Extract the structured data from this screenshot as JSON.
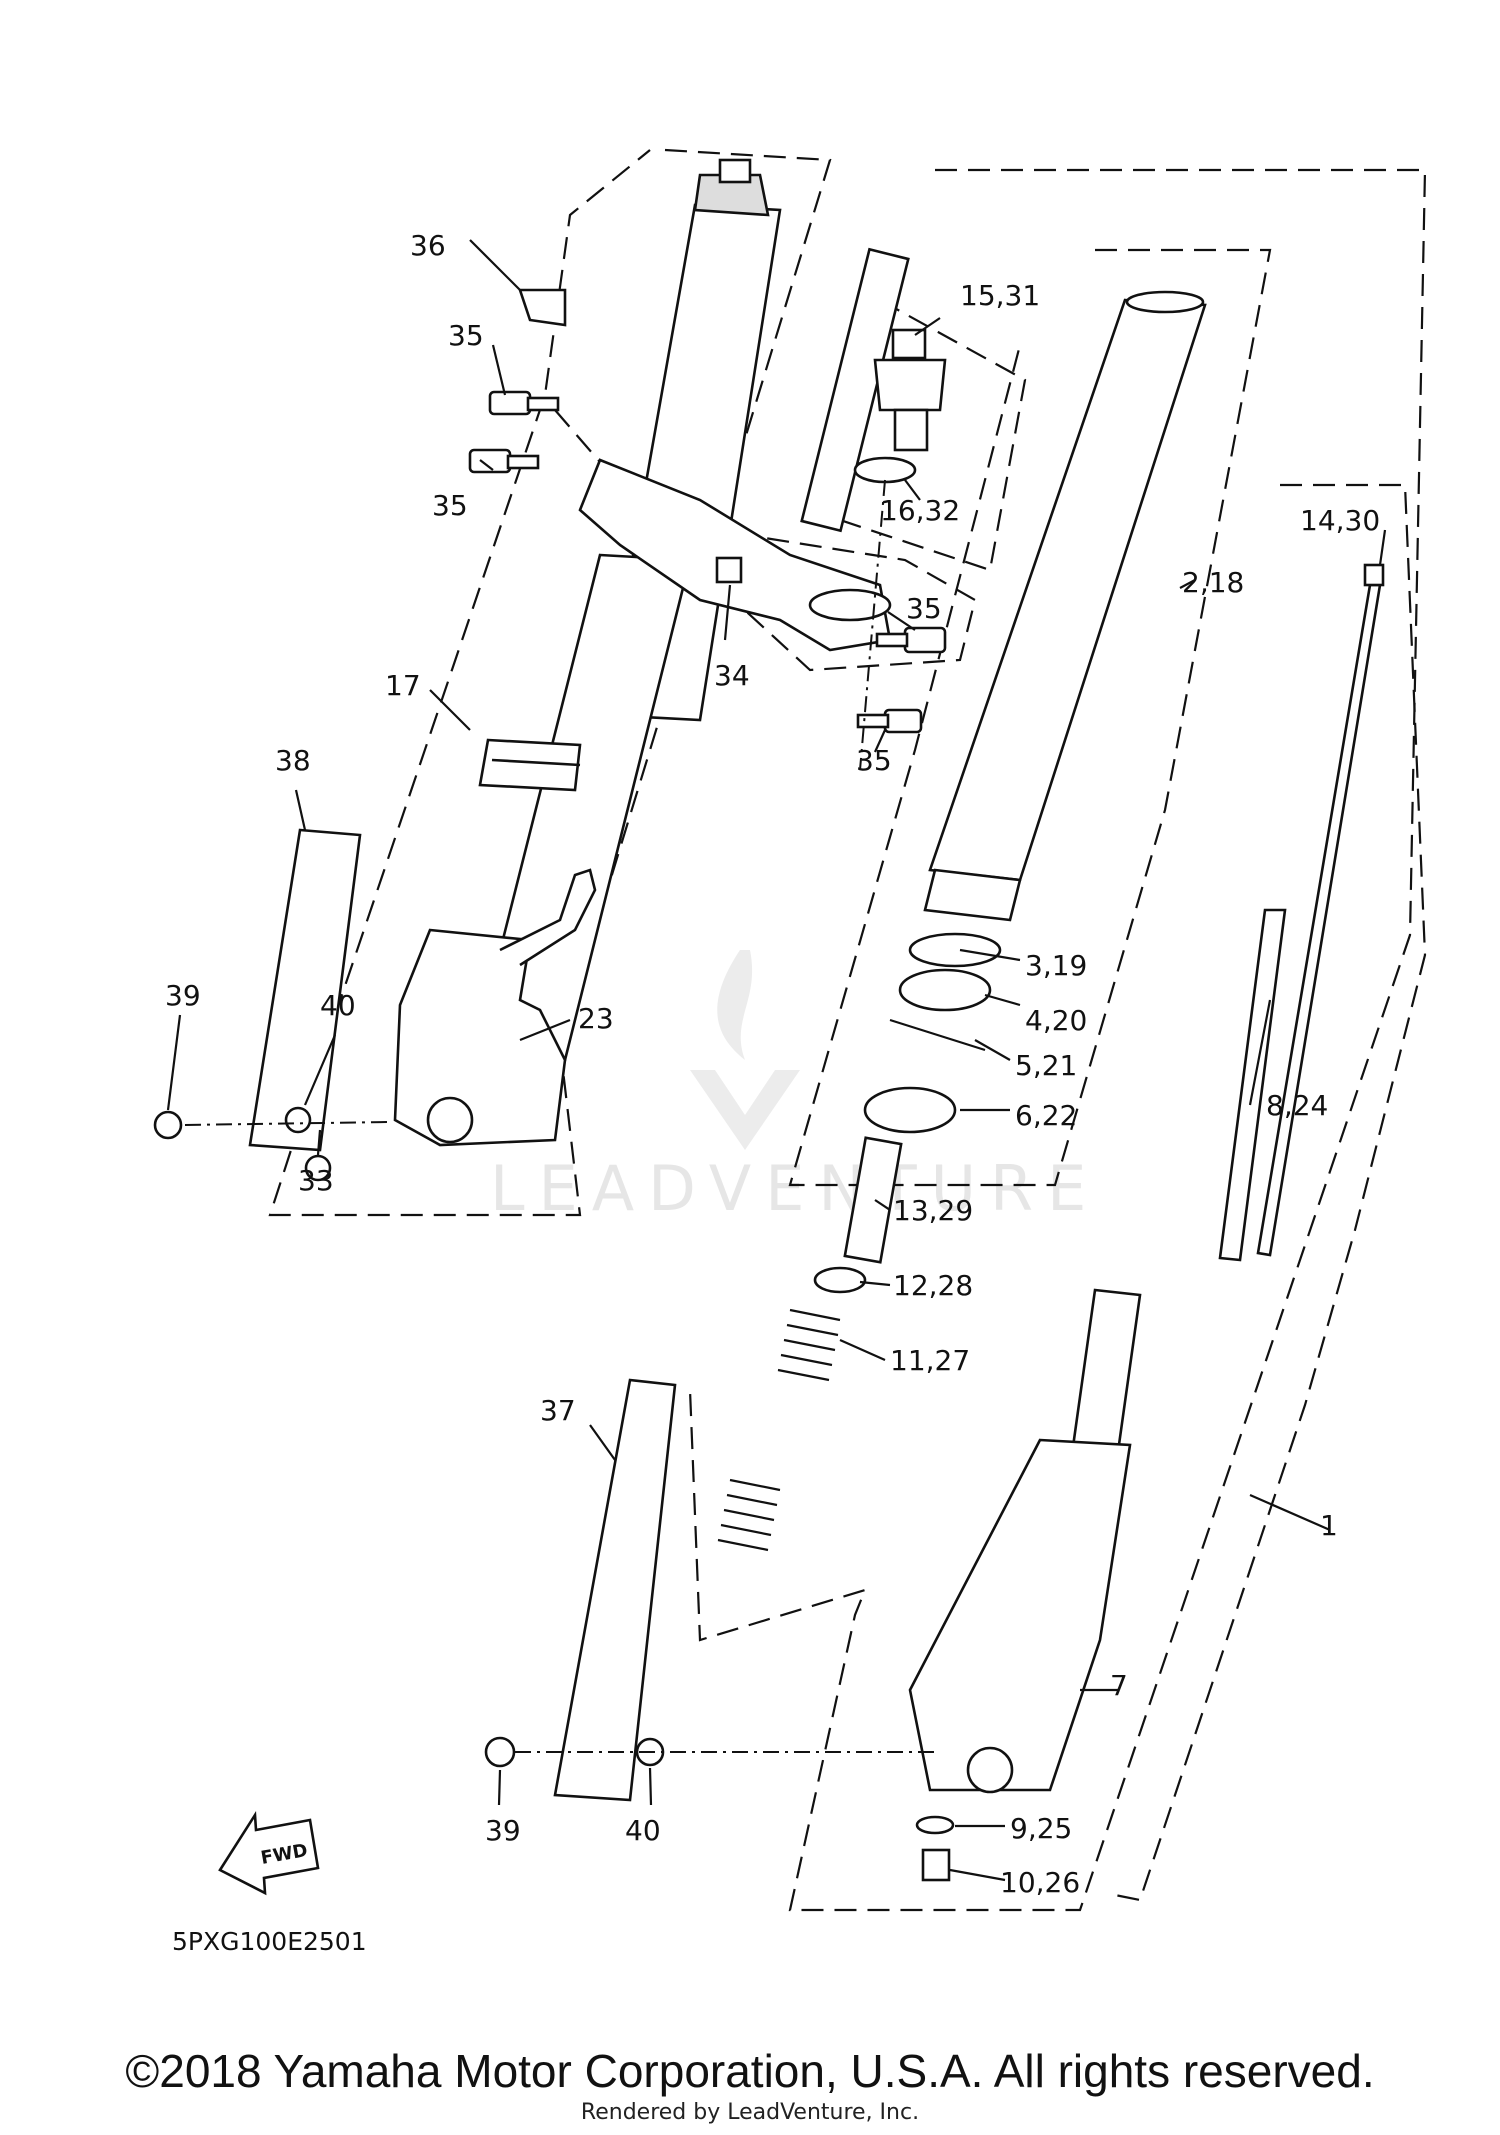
{
  "diagram_code": "5PXG100E2501",
  "fwd_label": "FWD",
  "watermark": "LEADVENTURE",
  "copyright": "©2018 Yamaha Motor Corporation, U.S.A. All rights reserved.",
  "rendered_by": "Rendered by LeadVenture, Inc.",
  "callouts": [
    {
      "label": "36"
    },
    {
      "label": "35"
    },
    {
      "label": "35"
    },
    {
      "label": "15,31"
    },
    {
      "label": "16,32"
    },
    {
      "label": "14,30"
    },
    {
      "label": "35"
    },
    {
      "label": "34"
    },
    {
      "label": "2,18"
    },
    {
      "label": "17"
    },
    {
      "label": "35"
    },
    {
      "label": "38"
    },
    {
      "label": "3,19"
    },
    {
      "label": "4,20"
    },
    {
      "label": "5,21"
    },
    {
      "label": "6,22"
    },
    {
      "label": "39"
    },
    {
      "label": "40"
    },
    {
      "label": "23"
    },
    {
      "label": "8,24"
    },
    {
      "label": "33"
    },
    {
      "label": "13,29"
    },
    {
      "label": "12,28"
    },
    {
      "label": "11,27"
    },
    {
      "label": "37"
    },
    {
      "label": "1"
    },
    {
      "label": "7"
    },
    {
      "label": "39"
    },
    {
      "label": "40"
    },
    {
      "label": "9,25"
    },
    {
      "label": "10,26"
    }
  ]
}
